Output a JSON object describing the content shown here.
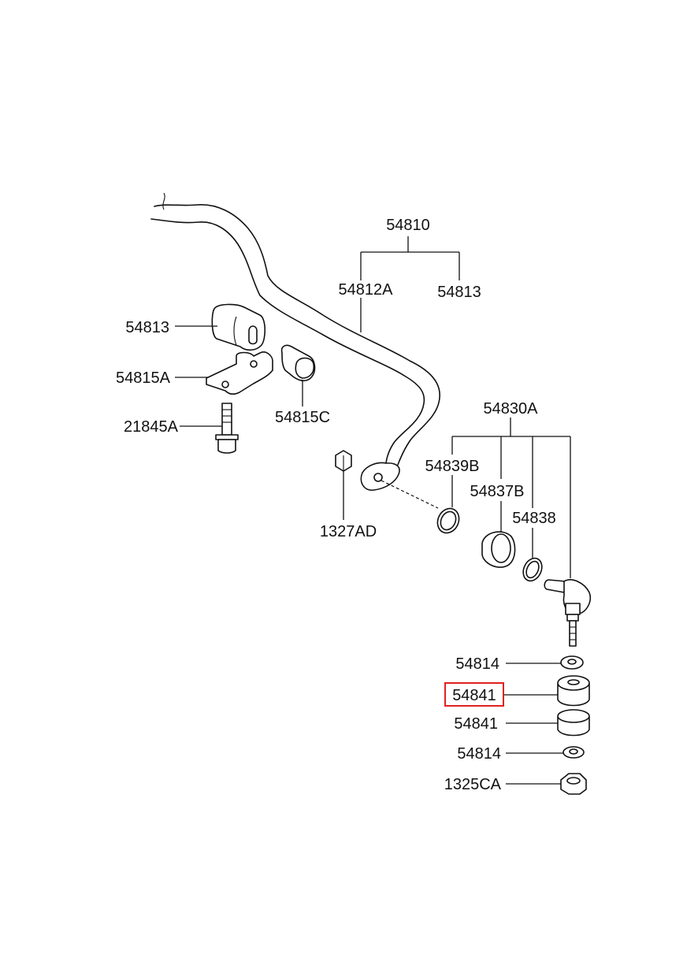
{
  "labels": {
    "stabilizer_bar_assy": "54810",
    "stabilizer_bar": "54812A",
    "bushing_top": "54813",
    "bushing_left": "54813",
    "bracket": "54815A",
    "bushing_clamp": "54815C",
    "bolt": "21845A",
    "nut_bar": "1327AD",
    "link_assy": "54830A",
    "ring_a": "54839B",
    "boot": "54837B",
    "ring_b": "54838",
    "washer_top": "54814",
    "bushing_upper": "54841",
    "bushing_lower": "54841",
    "washer_bottom": "54814",
    "nut_link": "1325CA"
  },
  "highlight": {
    "target": "bushing_upper",
    "color": "#e02020"
  }
}
